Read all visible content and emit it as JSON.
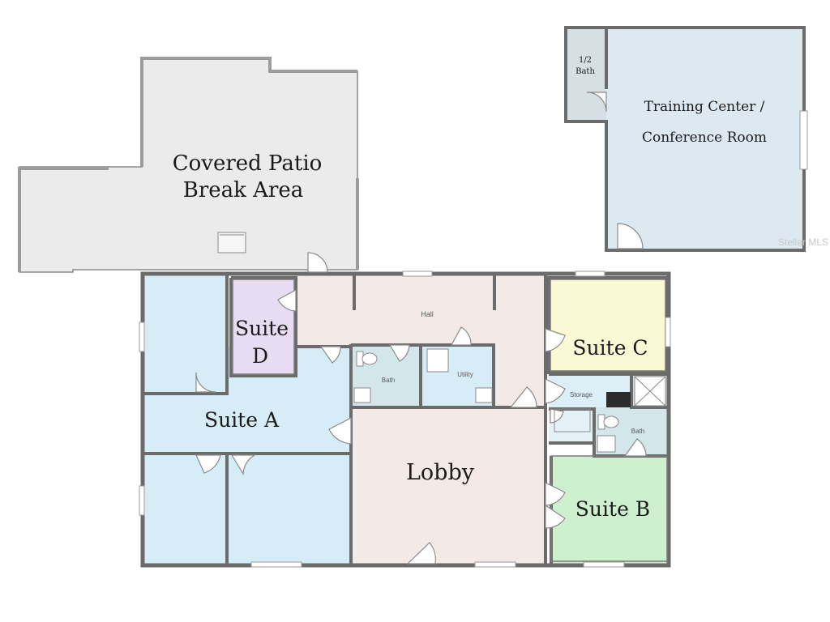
{
  "colors": {
    "patio": "#ebebeb",
    "training": "#dde9f1",
    "suite_a": "#d6ecf7",
    "suite_b": "#cff0cf",
    "suite_c": "#fbf8d5",
    "suite_d": "#e8dcf3",
    "hall": "#f3e9e6",
    "lobby": "#f3e9e6",
    "bath": "#d3e7ea",
    "utility": "#d6ecf7",
    "storage": "#dceef6",
    "wall": "#6b6b6b"
  },
  "labels": {
    "patio_line1": "Covered Patio",
    "patio_line2": "Break Area",
    "half_bath_line1": "1/2",
    "half_bath_line2": "Bath",
    "training_line1": "Training Center /",
    "training_line2": "Conference Room",
    "hall": "Hall",
    "suite_a": "Suite A",
    "suite_b": "Suite B",
    "suite_c": "Suite C",
    "suite_d_line1": "Suite",
    "suite_d_line2": "D",
    "bath_1": "Bath",
    "bath_2": "Bath",
    "utility": "Utility",
    "storage": "Storage",
    "lobby": "Lobby",
    "watermark": "Stellar MLS"
  }
}
